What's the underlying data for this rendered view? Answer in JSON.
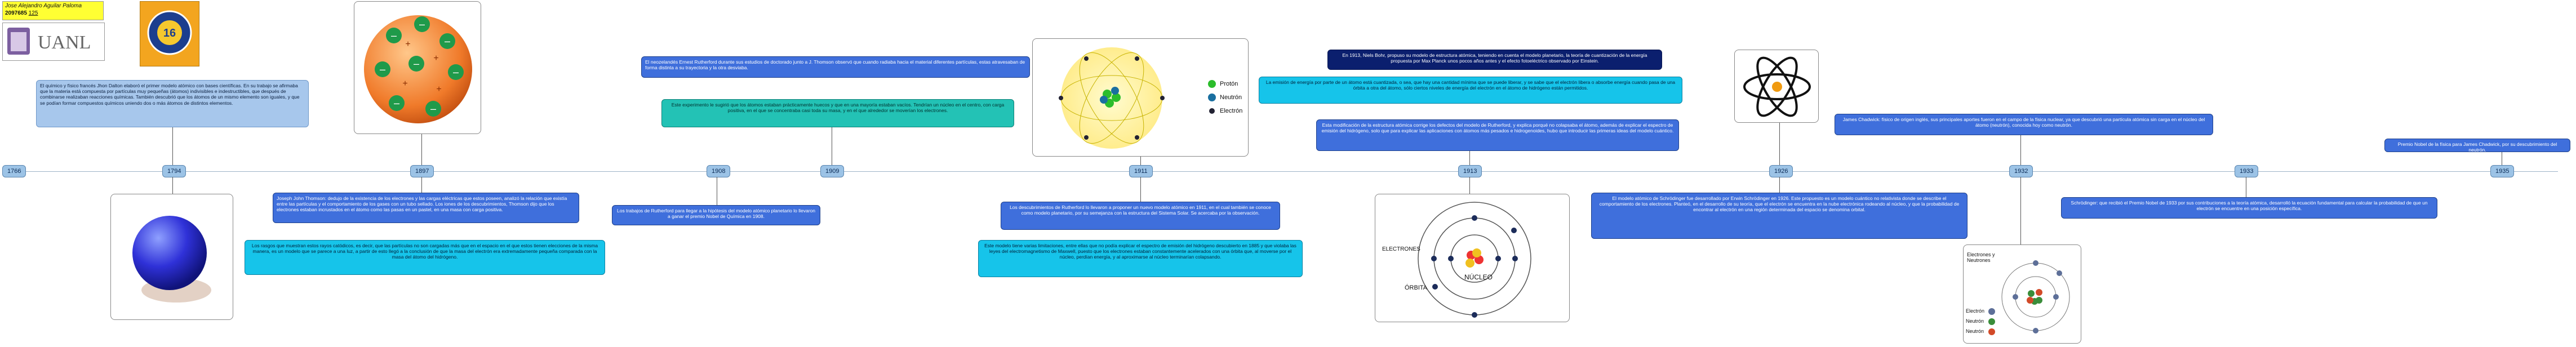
{
  "header": {
    "author_name": "Jose Alejandro Aguilar Paloma",
    "student_id": "2097685",
    "group": "125",
    "university": "UANL"
  },
  "years": [
    "1766",
    "1794",
    "1897",
    "1908",
    "1909",
    "1911",
    "1913",
    "1926",
    "1932",
    "1933",
    "1935"
  ],
  "events": {
    "dalton": "El químico y físico francés Jhon Dalton elaboró el primer modelo atómico con bases científicas. En su trabajo se afirmaba que la materia está compuesta por partículas muy pequeñas (átomos) indivisibles e indestructibles, que después de combinarse realizaban reacciones químicas. También descubrió que los átomos de un mismo elemento son iguales, y que se podían formar compuestos químicos uniendo dos o más átomos de distintos elementos.",
    "thomson": "Joseph John Thomson: dedujo de la existencia de los electrones y las cargas eléctricas que estos poseen, analizó la relación que existía entre las partículas y el comportamiento de los gases con un tubo sellado. Los iones de los descubrimientos, Thomson dijo que los electrones estaban incrustados en el átomo como las pasas en un pastel, en una masa con carga positiva.",
    "thomson2": "Los rasgos que muestran estos rayos catódicos, es decir, que las partículas no son cargadas más que en el espacio en el que estos tienen elecciones de la misma manera, es un modelo que se parece a una luz, a partir de esto llegó a la conclusión de que la masa del electrón era extremadamente pequeña comparada con la masa del átomo del hidrógeno.",
    "rutherford_intro": "El neozelandés Ernest Rutherford durante sus estudios de doctorado junto a J. Thomson observó que cuando radiaba hacia el material diferentes partículas, estas atravesaban de forma distinta a su trayectoria y la otra desviaba.",
    "rutherford_exp": "Este experimento le sugirió que los átomos estaban prácticamente huecos y que en una mayoría estaban vacíos. Tendrían un núcleo en el centro, con carga positiva, en el que se concentraba casi toda su masa, y en el que alrededor se moverían los electrones.",
    "rutherford_1908": "Los trabajos de Rutherford para llegar a la hipótesis del modelo atómico planetario lo llevaron a ganar el premio Nobel de Química en 1908.",
    "rutherford_1911": "Los descubrimientos de Rutherford lo llevaron a proponer un nuevo modelo atómico en 1911, en el cual también se conoce como modelo planetario, por su semejanza con la estructura del Sistema Solar. Se acercaba por la observación.",
    "rutherford_model": "Este modelo tiene varias limitaciones, entre ellas que no podía explicar el espectro de emisión del hidrógeno descubierto en 1885 y que violaba las leyes del electromagnetismo de Maxwell, puesto que los electrones estaban constantemente acelerados con una órbita que, al moverse por el núcleo, perdían energía, y al aproximarse al núcleo terminarían colapsando.",
    "bohr": "En 1913, Niels Bohr, propuso su modelo de estructura atómica, teniendo en cuenta el modelo planetario, la teoría de cuantización de la energía propuesta por Max Planck unos pocos años antes y el efecto fotoeléctrico observado por Einstein.",
    "bohr_emission": "La emisión de energía por parte de un átomo está cuantizada, o sea, que hay una cantidad mínima que se puede liberar, y se sabe que el electrón libera o absorbe energía cuando pasa de una órbita a otra del átomo, sólo ciertos niveles de energía del electrón en el átomo de hidrógeno están permitidos.",
    "bohr_structure": "Esta modificación de la estructura atómica corrige los defectos del modelo de Rutherford, y explica porqué no colapsaba el átomo, además de explicar el espectro de emisión del hidrógeno, solo que para explicar las aplicaciones con átomos más pesados e hidrogenoides, hubo que introducir las primeras ideas del modelo cuántico.",
    "schrodinger": "El modelo atómico de Schrödinger fue desarrollado por Erwin Schrödinger en 1926. Este propuesto es un modelo cuántico no relativista donde se describe el comportamiento de los electrones. Planteó, en el desarrollo de su teoría, que el electrón se encuentra en la nube electrónica rodeando al núcleo, y que la probabilidad de encontrar al electrón en una región determinada del espacio se denomina orbital.",
    "chadwick": "James Chadwick: físico de origen inglés, sus principales aportes fueron en el campo de la física nuclear, ya que descubrió una partícula atómica sin carga en el núcleo del átomo (neutrón), conocida hoy como neutrón.",
    "schrodinger_1933": "Schrödinger: que recibió el Premio Nobel de 1933 por sus contribuciones a la teoría atómica, desarrolló la ecuación fundamental para calcular la probabilidad de que un electrón se encuentre en una posición específica.",
    "nobel_1935": "Premio Nobel de la física para James Chadwick, por su descubrimiento del neutrón."
  },
  "labels": {
    "proton": "Protón",
    "neutron": "Neutrón",
    "electron": "Electrón",
    "electrones": "ELECTRONES",
    "nucleo": "NÚCLEO",
    "orbita": "ÓRBITA",
    "nucleo2": "Electrones y Neutrones",
    "electrones2": "Electrón",
    "neutron2": "Neutrón",
    "proton2": "Neutrón"
  },
  "colors": {
    "blue_box": "#3f6fdc",
    "cyan_box": "#16c4ea",
    "teal_box": "#23c2b5",
    "navy_box": "#0b1f6e",
    "year_pill": "#9cc3e6",
    "name_tag": "#ffff33"
  }
}
